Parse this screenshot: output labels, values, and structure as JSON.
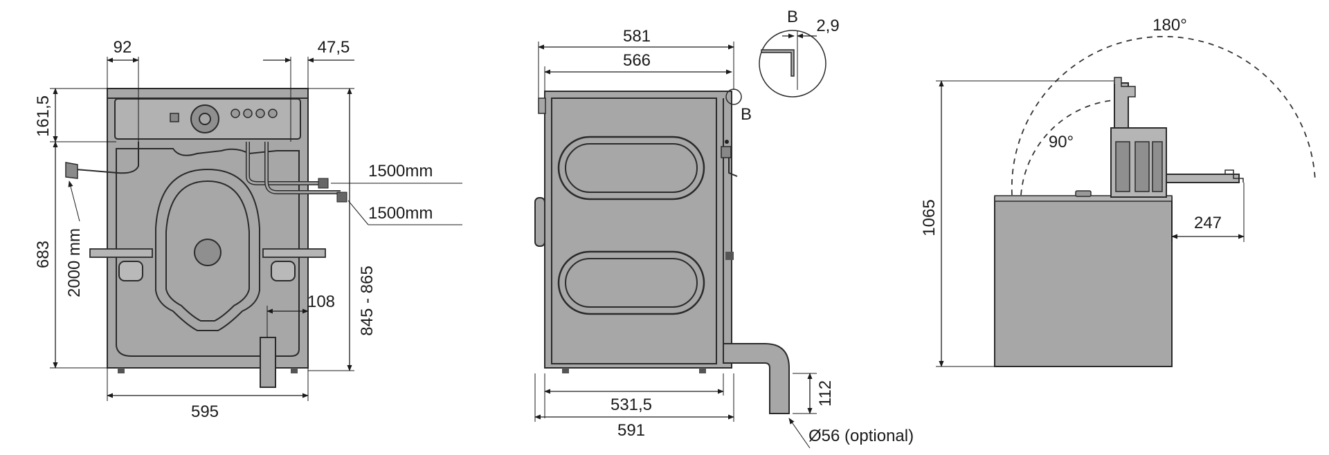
{
  "back_view": {
    "dim_top_left": "92",
    "dim_top_right": "47,5",
    "dim_left_upper": "161,5",
    "dim_left_lower": "683",
    "dim_cable": "2000 mm",
    "dim_hose_upper": "1500mm",
    "dim_hose_lower": "1500mm",
    "dim_drain": "108",
    "dim_height": "845 - 865",
    "dim_width": "595"
  },
  "side_view": {
    "dim_top_outer": "581",
    "dim_top_inner": "566",
    "detail_marker": "B",
    "detail_label": "B",
    "detail_dim": "2,9",
    "dim_bottom_inner": "531,5",
    "dim_bottom_outer": "591",
    "dim_pipe_height": "112",
    "pipe_label": "Ø56 (optional)"
  },
  "lid_view": {
    "angle_large": "180°",
    "angle_small": "90°",
    "dim_height": "1065",
    "dim_overhang": "247"
  }
}
